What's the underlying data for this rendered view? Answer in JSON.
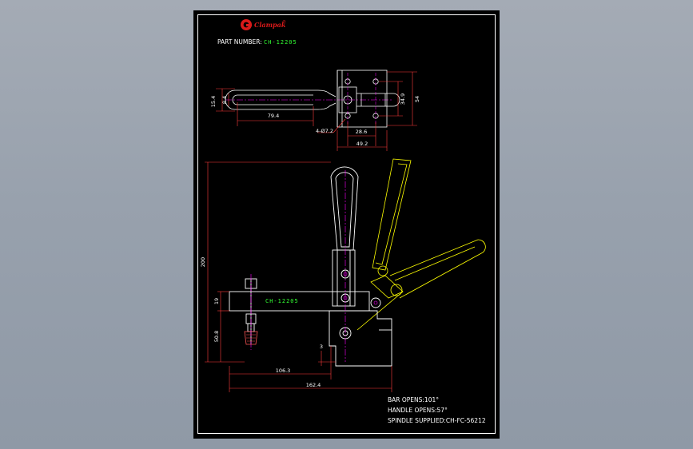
{
  "brand": {
    "logo_text": "Clampak",
    "mark": "®"
  },
  "title_block": {
    "part_label": "PART NUMBER:",
    "part_number": "CH-12205"
  },
  "top_view_dims": [
    "15.4",
    "8.4",
    "79.4",
    "28.6",
    "4-Ø7.2",
    "49.2",
    "34.9",
    "54"
  ],
  "side_view_dims": [
    "200",
    "19",
    "50.8",
    "3",
    "106.3",
    "162.4"
  ],
  "arm_label": "CH-12205",
  "notes": [
    "BAR OPENS:101°",
    "HANDLE OPENS:57°",
    "SPINDLE SUPPLIED:CH-FC-56212"
  ],
  "colors": {
    "outline": "#ffffff",
    "dimension": "#ff3b3b",
    "open_position": "#ffff00",
    "center": "#ff00ff",
    "text_green": "#33ff33",
    "hatch": "#ff5555"
  }
}
